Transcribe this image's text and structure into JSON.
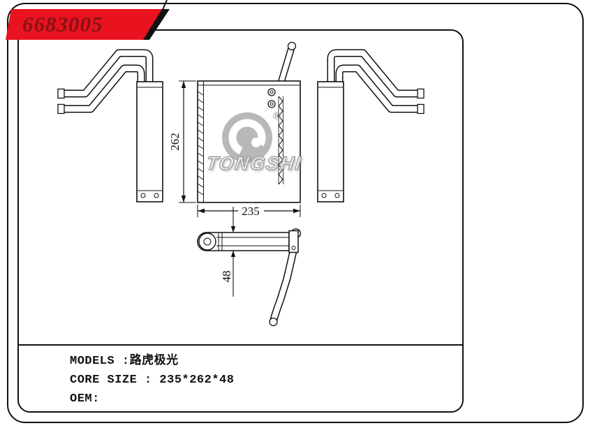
{
  "banner": {
    "part_number": "6683005"
  },
  "drawing": {
    "dim_height": "262",
    "dim_width": "235",
    "dim_depth": "48",
    "watermark_brand": "TONGSHI",
    "watermark_registered": "®"
  },
  "specs": {
    "models_line": "MODELS :路虎极光",
    "core_size_line": "CORE SIZE : 235*262*48",
    "oem_line": "OEM:"
  },
  "colors": {
    "banner_red": "#e8131f",
    "banner_text_dark_red": "#8a1117",
    "line_black": "#111111",
    "watermark_gray": "#9c9c9c"
  }
}
